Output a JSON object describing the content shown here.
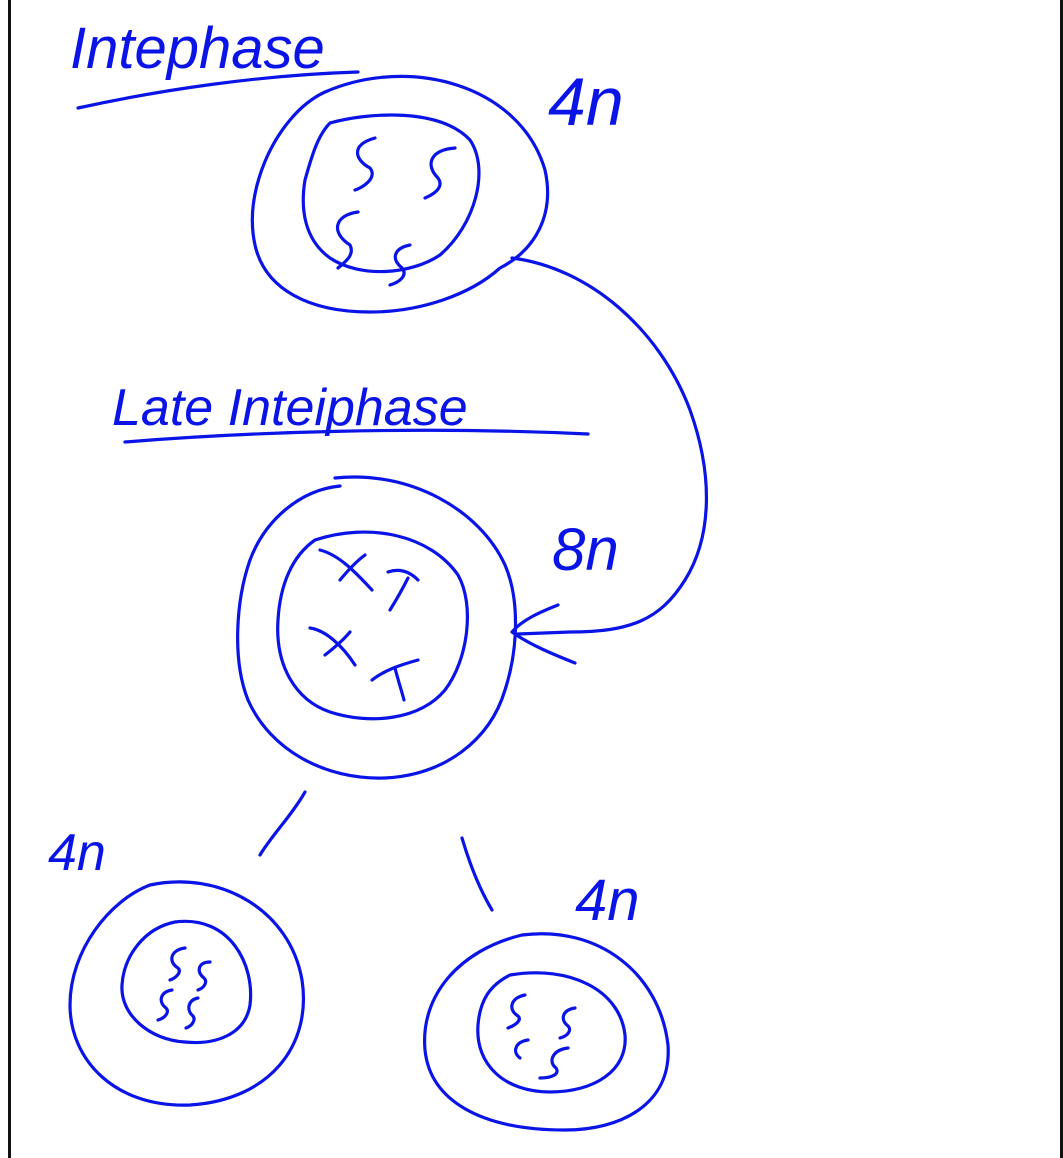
{
  "ink_color": "#0a14e6",
  "frame_color": "#111111",
  "labels": {
    "interphase": "Intephase",
    "late_interphase": "Late Inteiphase",
    "top_ploidy": "4n",
    "middle_ploidy": "8n",
    "left_daughter_ploidy": "4n",
    "right_daughter_ploidy": "4n"
  }
}
